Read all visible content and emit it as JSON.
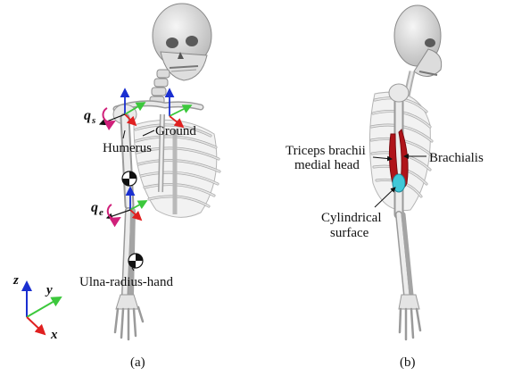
{
  "panel_a": {
    "labels": {
      "q_s": "q",
      "q_s_sub": "s",
      "q_e": "q",
      "q_e_sub": "e",
      "humerus": "Humerus",
      "ground": "Ground",
      "ulna": "Ulna-radius-hand"
    },
    "axes": {
      "z": "z",
      "y": "y",
      "x": "x"
    },
    "caption": "(a)"
  },
  "panel_b": {
    "labels": {
      "triceps_line1": "Triceps brachii",
      "triceps_line2": "medial head",
      "brachialis": "Brachialis",
      "cyl_line1": "Cylindrical",
      "cyl_line2": "surface"
    },
    "caption": "(b)"
  },
  "colors": {
    "x_axis": "#e02020",
    "y_axis": "#3cc83c",
    "z_axis": "#1a2fd0",
    "rotation_arrow": "#d0207a",
    "muscle": "#b0141a",
    "cylinder": "#40c8d8"
  }
}
